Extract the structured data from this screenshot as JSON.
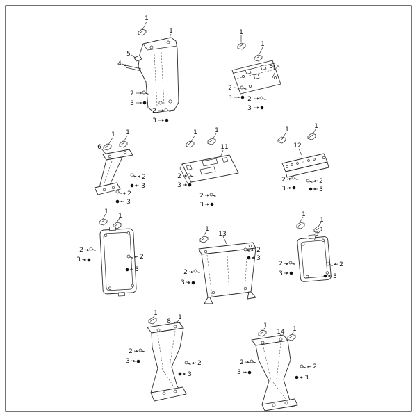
{
  "figure": {
    "type": "exploded-parts-diagram",
    "background_color": "#ffffff",
    "line_color": "#2b2b2b",
    "border_color": "#000000",
    "visible_callout_numbers": [
      "1",
      "2",
      "3",
      "4",
      "5",
      "6",
      "8",
      "9",
      "10",
      "11",
      "12",
      "13",
      "14"
    ]
  },
  "labels": {
    "n1": "1",
    "n2": "2",
    "n3": "3",
    "n4": "4",
    "n5": "5",
    "n6": "6",
    "n8": "8",
    "n9": "9",
    "n10": "10",
    "n11": "11",
    "n12": "12",
    "n13": "13",
    "n14": "14"
  }
}
